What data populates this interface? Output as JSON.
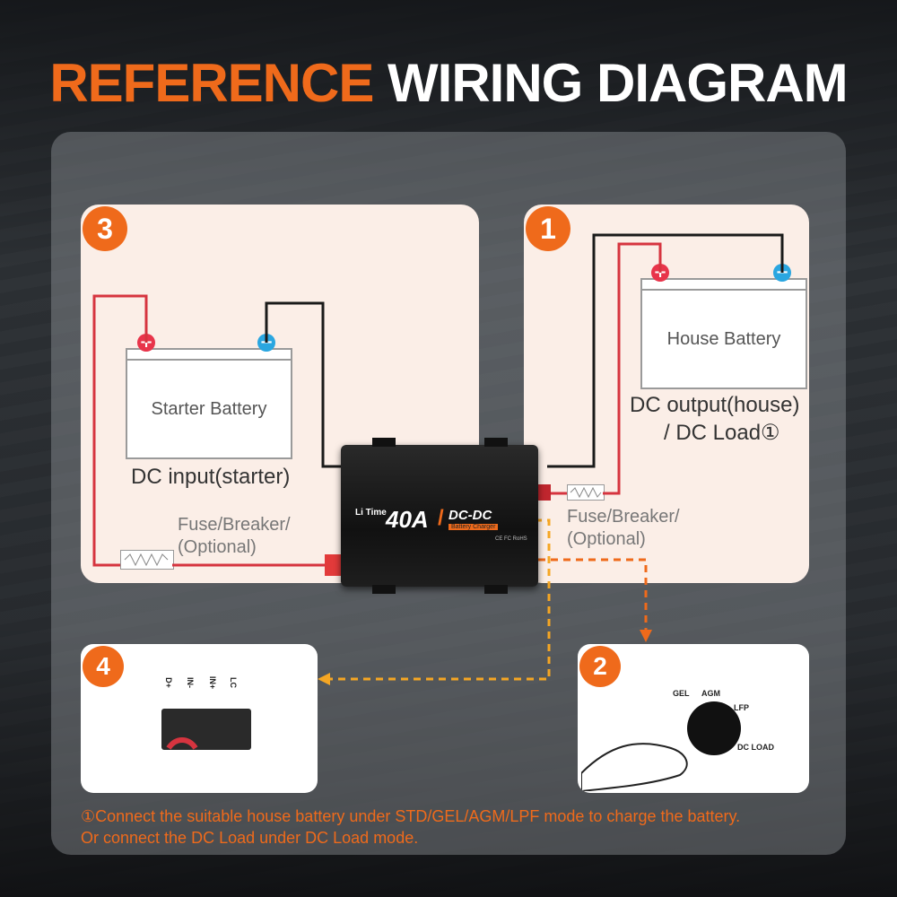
{
  "title": {
    "highlight": "REFERENCE",
    "rest": "WIRING DIAGRAM"
  },
  "steps": {
    "step1": "1",
    "step2": "2",
    "step3": "3",
    "step4": "4"
  },
  "starter_panel": {
    "battery_label": "Starter Battery",
    "connection_label": "DC input(starter)",
    "fuse_label_line1": "Fuse/Breaker/",
    "fuse_label_line2": "(Optional)"
  },
  "house_panel": {
    "battery_label": "House Battery",
    "connection_line1": "DC output(house)",
    "connection_line2": "/ DC Load①",
    "fuse_label_line1": "Fuse/Breaker/",
    "fuse_label_line2": "(Optional)"
  },
  "terminals": {
    "positive": "+",
    "negative": "−"
  },
  "device": {
    "brand": "Li Time",
    "amps": "40A",
    "bolt": "/",
    "model": "DC-DC",
    "subtitle": "Battery Charger",
    "cert": "CE FC RoHS"
  },
  "terminal_block_labels": [
    "D+",
    "IN-",
    "IN+",
    "LC"
  ],
  "mode_labels": [
    "GEL",
    "AGM",
    "LFP",
    "DC LOAD"
  ],
  "footnote": {
    "line1": "①Connect the suitable house battery under STD/GEL/AGM/LPF mode to charge the battery.",
    "line2": "Or connect the DC Load under DC Load mode."
  },
  "colors": {
    "accent": "#ef6a1b",
    "positive_wire": "#d6343f",
    "negative_wire": "#1a1a1a",
    "dashed_guide": "#f5a623"
  }
}
